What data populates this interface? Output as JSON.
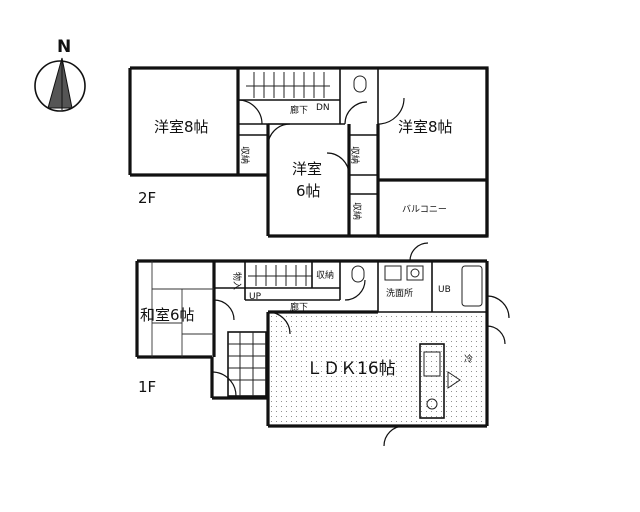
{
  "compass": {
    "label": "N"
  },
  "floor2": {
    "label": "2F",
    "rooms": {
      "west_room": "洋室8帖",
      "east_room": "洋室8帖",
      "center_room_line1": "洋室",
      "center_room_line2": "6帖",
      "hallway": "廊下",
      "down": "DN",
      "storage_a": "収納",
      "storage_b": "収納",
      "storage_c": "収納",
      "balcony": "バルコニー"
    }
  },
  "floor1": {
    "label": "1F",
    "rooms": {
      "japanese_room": "和室6帖",
      "ldk": "ＬＤＫ16帖",
      "hallway": "廊下",
      "up": "UP",
      "closet": "物入",
      "storage": "収納",
      "washroom": "洗面所",
      "unit_bath": "UB",
      "fridge_mark": "冷"
    }
  }
}
